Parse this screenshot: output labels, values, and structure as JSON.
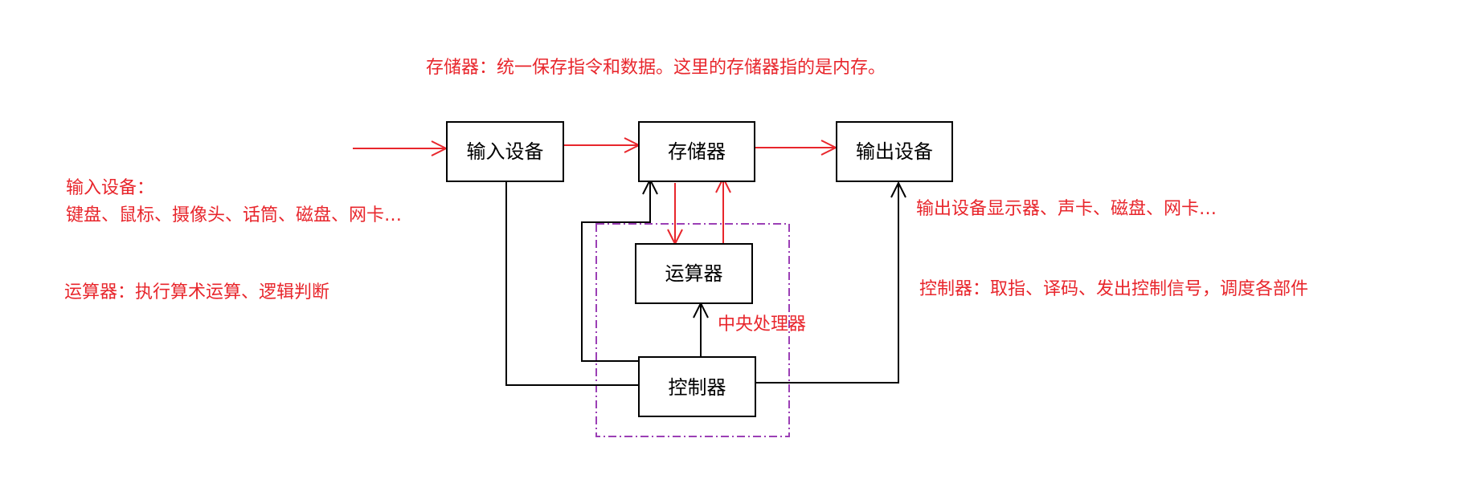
{
  "boxes": {
    "input": "输入设备",
    "memory": "存储器",
    "output": "输出设备",
    "alu": "运算器",
    "controller": "控制器"
  },
  "notes": {
    "memory": "存储器：统一保存指令和数据。这里的存储器指的是内存。",
    "input_title": "输入设备：",
    "input_items": "键盘、鼠标、摄像头、话筒、磁盘、网卡…",
    "alu": "运算器：执行算术运算、逻辑判断",
    "cpu": "中央处理器",
    "output": "输出设备显示器、声卡、磁盘、网卡…",
    "controller": "控制器：取指、译码、发出控制信号，调度各部件"
  },
  "colors": {
    "data_flow": "#e8262c",
    "control_flow": "#000000",
    "cpu_border": "#9b3fb5",
    "note_text": "#e8262c"
  }
}
